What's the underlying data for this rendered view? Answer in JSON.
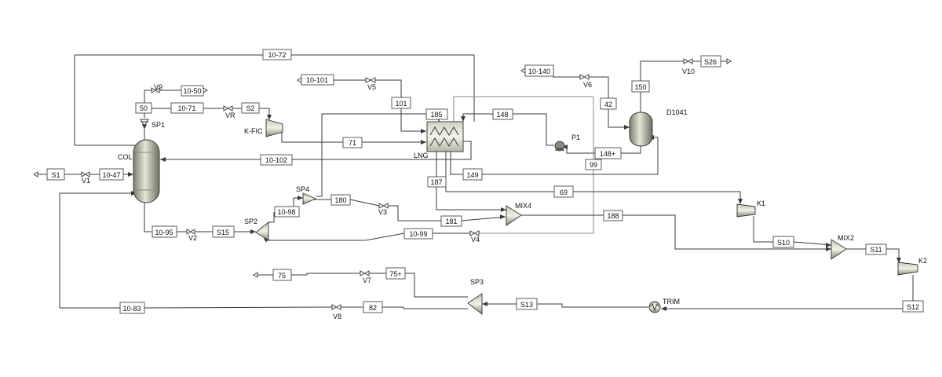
{
  "streams": {
    "s_10_72": "10-72",
    "s_10_50": "10-50",
    "s_50": "50",
    "s_10_71": "10-71",
    "s_S2": "S2",
    "s_10_101": "10-101",
    "s_101": "101",
    "s_185": "185",
    "s_148": "148",
    "s_71": "71",
    "s_10_102": "10-102",
    "s_S1": "S1",
    "s_10_47": "10-47",
    "s_10_140": "10-140",
    "s_42": "42",
    "s_150": "150",
    "s_S26": "S26",
    "s_148p": "148+",
    "s_99": "99",
    "s_149": "149",
    "s_187": "187",
    "s_69": "69",
    "s_180": "180",
    "s_10_98": "10-98",
    "s_181": "181",
    "s_188": "188",
    "s_10_95": "10-95",
    "s_S15": "S15",
    "s_10_99": "10-99",
    "s_S10": "S10",
    "s_S11": "S11",
    "s_75": "75",
    "s_75p": "75+",
    "s_S13": "S13",
    "s_S12": "S12",
    "s_10_83": "10-83",
    "s_82": "82"
  },
  "blocks": {
    "V9": "V9",
    "SP1": "SP1",
    "VR": "VR",
    "K_FIC": "K-FIC",
    "COL": "COL",
    "V1": "V1",
    "V5": "V5",
    "LNG": "LNG",
    "P1": "P1",
    "V6": "V6",
    "D1041": "D1041",
    "V10": "V10",
    "SP4": "SP4",
    "V3": "V3",
    "MIX4": "MIX4",
    "SP2": "SP2",
    "V2": "V2",
    "V4": "V4",
    "K1": "K1",
    "MIX2": "MIX2",
    "K2": "K2",
    "V7": "V7",
    "SP3": "SP3",
    "TRIM": "TRIM",
    "V8": "V8"
  }
}
